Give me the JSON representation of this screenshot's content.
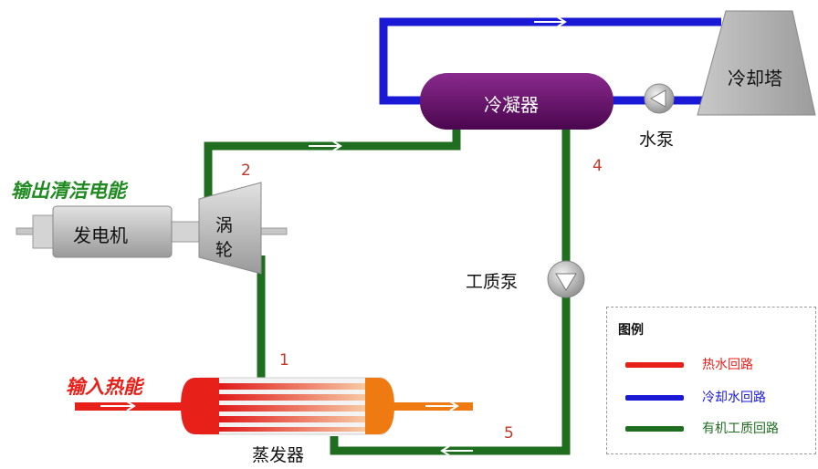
{
  "labels": {
    "output_power": "输出清洁电能",
    "input_heat": "输入热能",
    "generator": "发电机",
    "turbine_line1": "涡",
    "turbine_line2": "轮",
    "condenser": "冷凝器",
    "cooling_tower": "冷却塔",
    "water_pump": "水泵",
    "working_pump": "工质泵",
    "evaporator": "蒸发器"
  },
  "points": [
    "1",
    "2",
    "4",
    "5"
  ],
  "legend": {
    "title": "图例",
    "items": [
      {
        "label": "热水回路",
        "color": "#e8201a"
      },
      {
        "label": "冷却水回路",
        "color": "#1a1ad6"
      },
      {
        "label": "有机工质回路",
        "color": "#1f6e1f"
      }
    ]
  },
  "colors": {
    "hot_water": "#e8201a",
    "cooling_water": "#1a1ad6",
    "organic_loop": "#1f6e1f",
    "condenser_fill": "#6a0f6e",
    "equipment_gray": "#b4b4b4",
    "evaporator_orange": "#f07a12"
  }
}
